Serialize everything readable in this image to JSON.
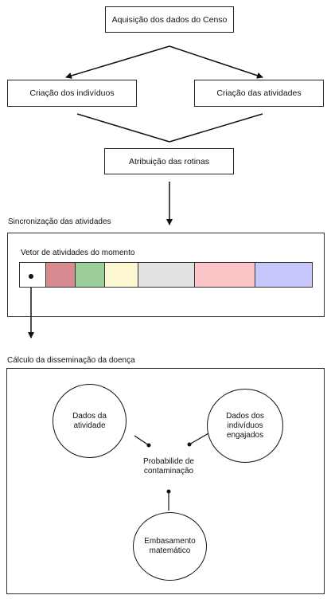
{
  "nodes": {
    "census": "Aquisição dos dados do Censo",
    "individuals": "Criação dos indivíduos",
    "activities": "Criação das atividades",
    "routines": "Atribuição das rotinas"
  },
  "sync": {
    "title": "Sincronização das atividades",
    "vector_title": "Vetor de atividades do momento",
    "cell_colors": [
      "#ffffff",
      "#d98b92",
      "#9ccf9a",
      "#fdf8d2",
      "#e2e2e2",
      "#fcc6c9",
      "#c7c6fb"
    ]
  },
  "calc": {
    "title": "Cálculo da disseminação da doença",
    "activity_data": "Dados da atividade",
    "engaged_individuals": "Dados dos indivíduos engajados",
    "probability": "Probabilide de contaminação",
    "math_basis": "Embasamento matemático"
  }
}
